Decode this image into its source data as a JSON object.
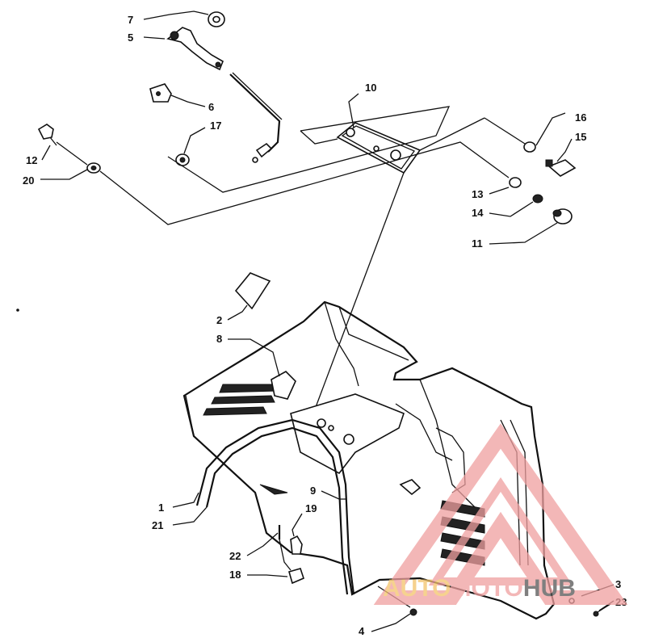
{
  "labels": [
    {
      "id": "7",
      "text": "7"
    },
    {
      "id": "5",
      "text": "5"
    },
    {
      "id": "6",
      "text": "6"
    },
    {
      "id": "17",
      "text": "17"
    },
    {
      "id": "12",
      "text": "12"
    },
    {
      "id": "20",
      "text": "20"
    },
    {
      "id": "10",
      "text": "10"
    },
    {
      "id": "16",
      "text": "16"
    },
    {
      "id": "15",
      "text": "15"
    },
    {
      "id": "13",
      "text": "13"
    },
    {
      "id": "14",
      "text": "14"
    },
    {
      "id": "11",
      "text": "11"
    },
    {
      "id": "2",
      "text": "2"
    },
    {
      "id": "8",
      "text": "8"
    },
    {
      "id": "1",
      "text": "1"
    },
    {
      "id": "21",
      "text": "21"
    },
    {
      "id": "9",
      "text": "9"
    },
    {
      "id": "19",
      "text": "19"
    },
    {
      "id": "22",
      "text": "22"
    },
    {
      "id": "18",
      "text": "18"
    },
    {
      "id": "4",
      "text": "4"
    },
    {
      "id": "3",
      "text": "3"
    },
    {
      "id": "23",
      "text": "23"
    }
  ],
  "watermark": {
    "part1": "AUTO",
    "part2": "MOTO",
    "part3": "HUB",
    "color_main": "#f0a0a0",
    "color_accent": "#f3c36a",
    "color_dark": "#555555"
  }
}
